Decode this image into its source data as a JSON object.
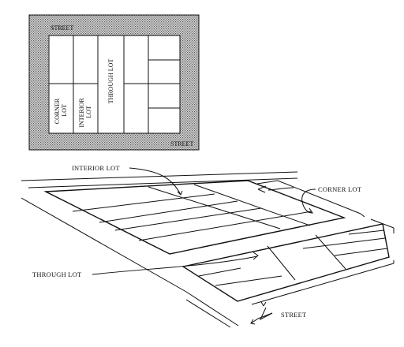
{
  "plan": {
    "street_top": "STREET",
    "street_bottom": "STREET",
    "corner_lot_line1": "CORNER",
    "corner_lot_line2": "LOT",
    "interior_lot_line1": "INTERIOR",
    "interior_lot_line2": "LOT",
    "through_lot": "THROUGH LOT"
  },
  "perspective": {
    "interior_lot": "INTERIOR LOT",
    "corner_lot": "CORNER LOT",
    "through_lot": "THROUGH LOT",
    "street": "STREET"
  },
  "colors": {
    "ink": "#111111",
    "street_fill": "#b8b8b8"
  }
}
